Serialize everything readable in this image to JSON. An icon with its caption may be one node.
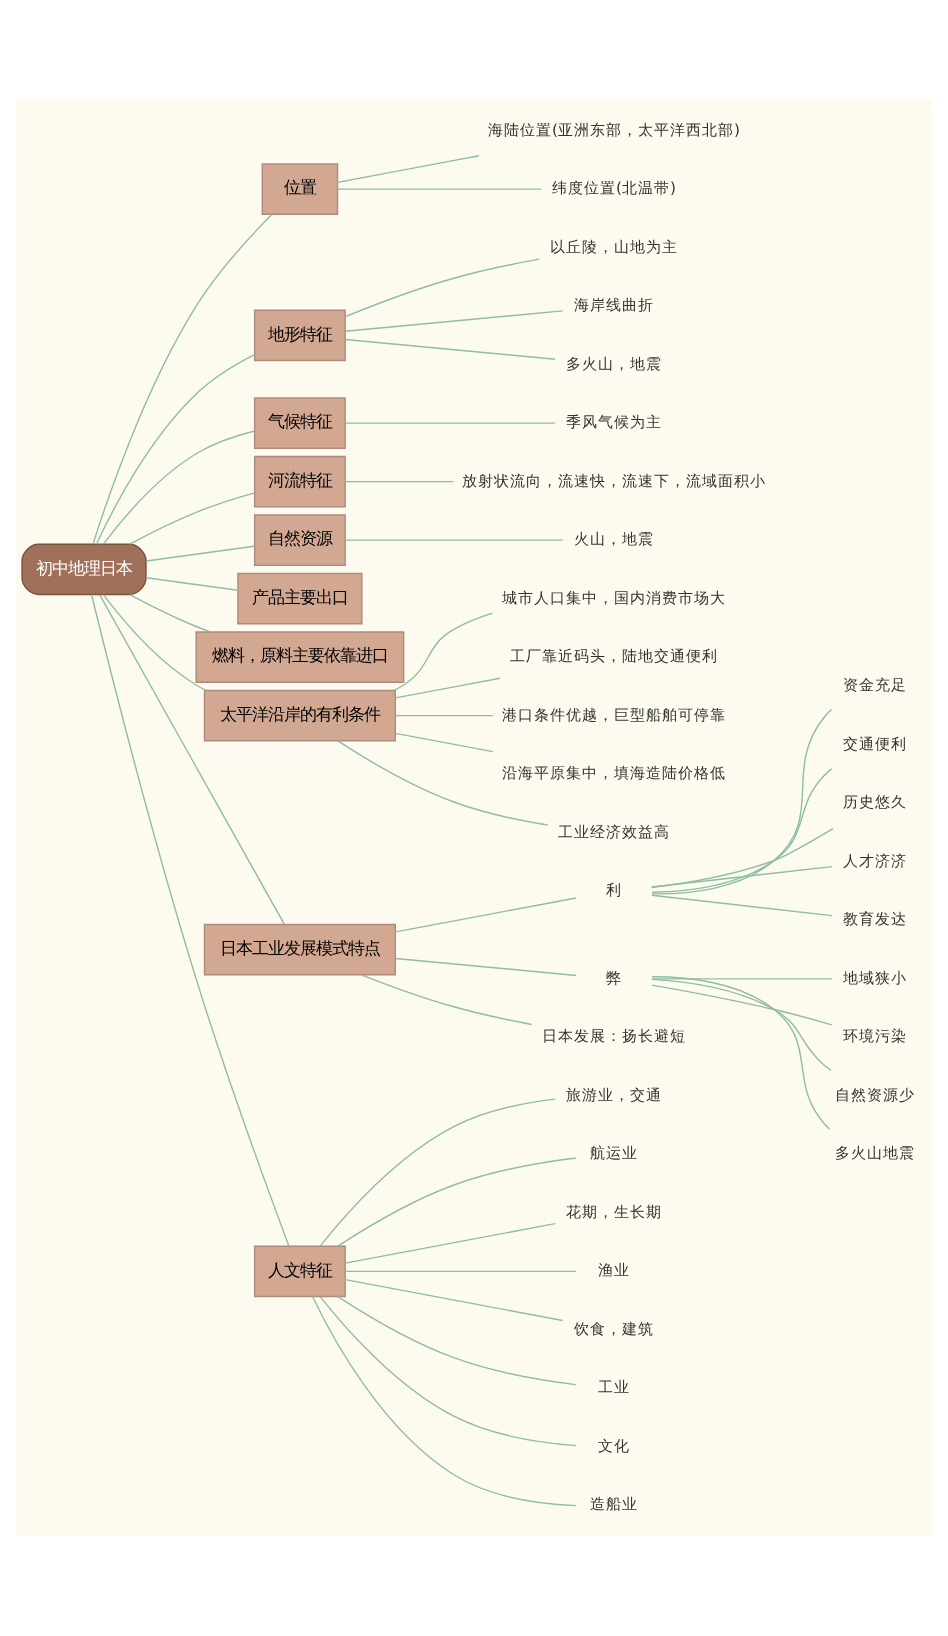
{
  "diagram": {
    "nodes": [
      {
        "text": [
          "初中地理日本"
        ]
      },
      {
        "text": [
          "位置"
        ]
      },
      {
        "text": [
          "海陆位置(亚洲东部，太平洋西北部)"
        ]
      },
      {
        "text": [
          "纬度位置(北温带)"
        ]
      },
      {
        "text": [
          "地形特征"
        ]
      },
      {
        "text": [
          "以丘陵，山地为主"
        ]
      },
      {
        "text": [
          "海岸线曲折"
        ]
      },
      {
        "text": [
          "多火山，地震"
        ]
      },
      {
        "text": [
          "气候特征"
        ]
      },
      {
        "text": [
          "季风气候为主"
        ]
      },
      {
        "text": [
          "河流特征"
        ]
      },
      {
        "text": [
          "放射状流向，流速快，流速下，流域面积小"
        ]
      },
      {
        "text": [
          "自然资源"
        ]
      },
      {
        "text": [
          "火山，地震"
        ]
      },
      {
        "text": [
          "产品主要出口"
        ]
      },
      {
        "text": [
          "燃料，原料主要依靠进口"
        ]
      },
      {
        "text": [
          "太平洋沿岸的有利条件"
        ]
      },
      {
        "text": [
          "城市人口集中，国内消费市场大"
        ]
      },
      {
        "text": [
          "工厂靠近码头，陆地交通便利"
        ]
      },
      {
        "text": [
          "港口条件优越，巨型船舶可停靠"
        ]
      },
      {
        "text": [
          "沿海平原集中，填海造陆价格低"
        ]
      },
      {
        "text": [
          "工业经济效益高"
        ]
      },
      {
        "text": [
          "日本工业发展模式特点"
        ]
      },
      {
        "text": [
          "利"
        ]
      },
      {
        "text": [
          "资金充足"
        ]
      },
      {
        "text": [
          "交通便利"
        ]
      },
      {
        "text": [
          "历史悠久"
        ]
      },
      {
        "text": [
          "人才济济"
        ]
      },
      {
        "text": [
          "教育发达"
        ]
      },
      {
        "text": [
          "弊"
        ]
      },
      {
        "text": [
          "地域狭小"
        ]
      },
      {
        "text": [
          "环境污染"
        ]
      },
      {
        "text": [
          "自然资源少"
        ]
      },
      {
        "text": [
          "多火山地震"
        ]
      },
      {
        "text": [
          "日本发展：扬长避短"
        ]
      },
      {
        "text": [
          "人文特征"
        ]
      },
      {
        "text": [
          "旅游业，交通"
        ]
      },
      {
        "text": [
          "航运业"
        ]
      },
      {
        "text": [
          "花期，生长期"
        ]
      },
      {
        "text": [
          "渔业"
        ]
      },
      {
        "text": [
          "饮食，建筑"
        ]
      },
      {
        "text": [
          "工业"
        ]
      },
      {
        "text": [
          "文化"
        ]
      },
      {
        "text": [
          "造船业"
        ]
      }
    ],
    "edges": [
      {
        "from": 0,
        "to": 1,
        "arrow": "none"
      },
      {
        "from": 1,
        "to": 2,
        "arrow": "none"
      },
      {
        "from": 1,
        "to": 3,
        "arrow": "none"
      },
      {
        "from": 0,
        "to": 4,
        "arrow": "none"
      },
      {
        "from": 4,
        "to": 5,
        "arrow": "none"
      },
      {
        "from": 4,
        "to": 6,
        "arrow": "none"
      },
      {
        "from": 4,
        "to": 7,
        "arrow": "none"
      },
      {
        "from": 0,
        "to": 8,
        "arrow": "none"
      },
      {
        "from": 8,
        "to": 9,
        "arrow": "none"
      },
      {
        "from": 0,
        "to": 10,
        "arrow": "none"
      },
      {
        "from": 10,
        "to": 11,
        "arrow": "none"
      },
      {
        "from": 0,
        "to": 12,
        "arrow": "none"
      },
      {
        "from": 12,
        "to": 13,
        "arrow": "none"
      },
      {
        "from": 0,
        "to": 14,
        "arrow": "none"
      },
      {
        "from": 0,
        "to": 15,
        "arrow": "none"
      },
      {
        "from": 0,
        "to": 16,
        "arrow": "none"
      },
      {
        "from": 16,
        "to": 17,
        "arrow": "none"
      },
      {
        "from": 16,
        "to": 18,
        "arrow": "none"
      },
      {
        "from": 16,
        "to": 19,
        "arrow": "none"
      },
      {
        "from": 16,
        "to": 20,
        "arrow": "none"
      },
      {
        "from": 16,
        "to": 21,
        "arrow": "none"
      },
      {
        "from": 0,
        "to": 22,
        "arrow": "none"
      },
      {
        "from": 22,
        "to": 23,
        "arrow": "none"
      },
      {
        "from": 23,
        "to": 24,
        "arrow": "none"
      },
      {
        "from": 23,
        "to": 25,
        "arrow": "none"
      },
      {
        "from": 23,
        "to": 26,
        "arrow": "none"
      },
      {
        "from": 23,
        "to": 27,
        "arrow": "none"
      },
      {
        "from": 23,
        "to": 28,
        "arrow": "none"
      },
      {
        "from": 22,
        "to": 29,
        "arrow": "none"
      },
      {
        "from": 29,
        "to": 30,
        "arrow": "none"
      },
      {
        "from": 29,
        "to": 31,
        "arrow": "none"
      },
      {
        "from": 29,
        "to": 32,
        "arrow": "none"
      },
      {
        "from": 29,
        "to": 33,
        "arrow": "none"
      },
      {
        "from": 22,
        "to": 34,
        "arrow": "none"
      },
      {
        "from": 0,
        "to": 35,
        "arrow": "none"
      },
      {
        "from": 35,
        "to": 36,
        "arrow": "none"
      },
      {
        "from": 35,
        "to": 37,
        "arrow": "none"
      },
      {
        "from": 35,
        "to": 38,
        "arrow": "none"
      },
      {
        "from": 35,
        "to": 39,
        "arrow": "none"
      },
      {
        "from": 35,
        "to": 40,
        "arrow": "none"
      },
      {
        "from": 35,
        "to": 41,
        "arrow": "none"
      },
      {
        "from": 35,
        "to": 42,
        "arrow": "none"
      },
      {
        "from": 35,
        "to": 43,
        "arrow": "none"
      }
    ]
  }
}
